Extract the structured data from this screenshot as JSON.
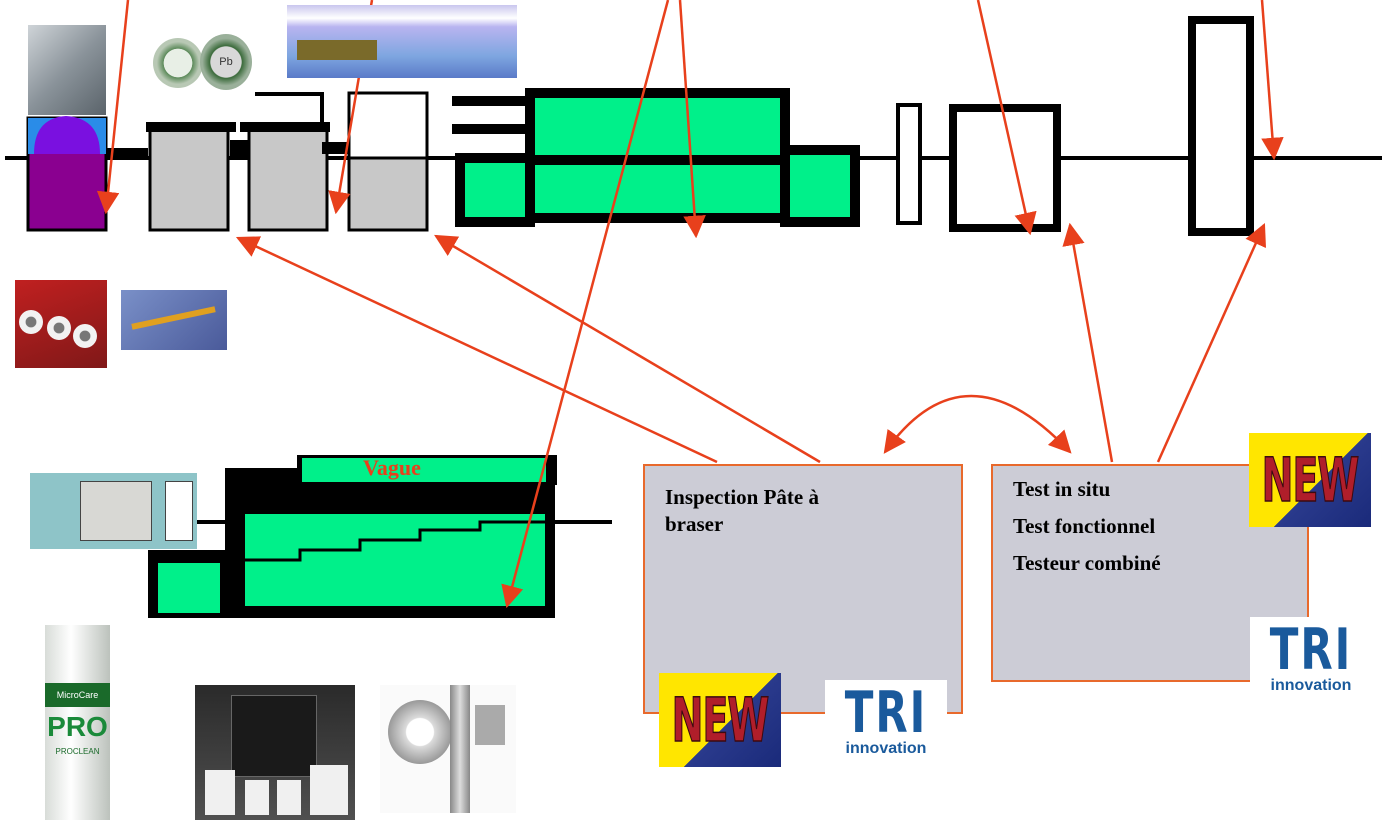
{
  "colors": {
    "arrow": "#e8401c",
    "machine_green": "#00f08a",
    "machine_gray": "#c8c8c8",
    "machine_purple": "#8a0090",
    "box_fill": "#ccccd6",
    "box_border": "#e8692c"
  },
  "wave_label": "Vague",
  "inspection_box": {
    "lines": [
      "Inspection Pâte à",
      "braser"
    ]
  },
  "test_box": {
    "lines": [
      "Test in situ",
      "Test fonctionnel",
      "Testeur combiné"
    ]
  },
  "badges": {
    "new_text": "NEW"
  },
  "logos": {
    "tri_mark": "TRI",
    "tri_word": "innovation"
  },
  "photos": {
    "spray_can": {
      "brand": "MicroCare",
      "product": "PRO",
      "subtitle": "PROCLEAN"
    },
    "solder_jar": {
      "label": "Pb"
    }
  }
}
